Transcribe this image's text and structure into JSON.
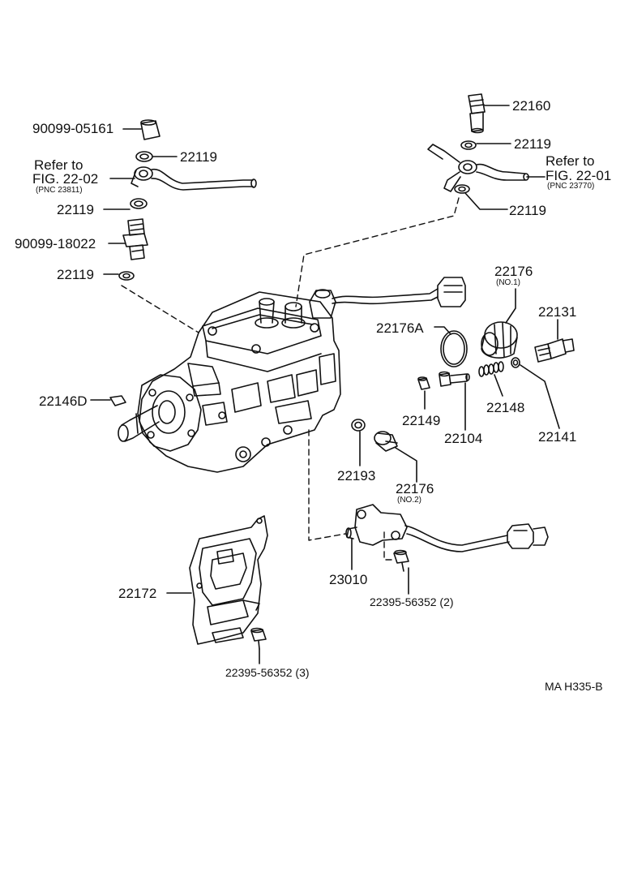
{
  "diagram": {
    "labels": {
      "p_90099_05161": "90099-05161",
      "p_22119_a": "22119",
      "refer_left_line1": "Refer to",
      "refer_left_line2": "FIG. 22-02",
      "refer_left_pnc": "(PNC 23811)",
      "p_22119_b": "22119",
      "p_90099_18022": "90099-18022",
      "p_22119_c": "22119",
      "p_22160": "22160",
      "p_22119_d": "22119",
      "refer_right_line1": "Refer to",
      "refer_right_line2": "FIG. 22-01",
      "refer_right_pnc": "(PNC 23770)",
      "p_22119_e": "22119",
      "p_22176_no1": "22176",
      "p_22176_no1_sub": "(NO.1)",
      "p_22131": "22131",
      "p_22176A": "22176A",
      "p_22146D": "22146D",
      "p_22148": "22148",
      "p_22149": "22149",
      "p_22104": "22104",
      "p_22141": "22141",
      "p_22193": "22193",
      "p_22176_no2": "22176",
      "p_22176_no2_sub": "(NO.2)",
      "p_23010": "23010",
      "p_22395_2": "22395-56352 (2)",
      "p_22172": "22172",
      "p_22395_3": "22395-56352 (3)",
      "figure_code": "MA  H335-B"
    }
  }
}
